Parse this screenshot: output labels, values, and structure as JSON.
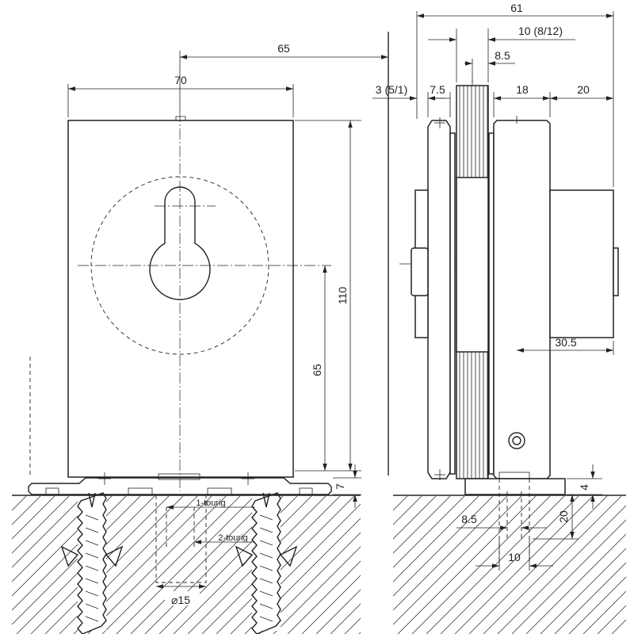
{
  "dimensions": {
    "front_width": "70",
    "front_offset": "65",
    "front_height": "110",
    "front_center_height": "65",
    "base_height": "7",
    "side_total": "61",
    "side_glass": "10 (8/12)",
    "side_inner": "8.5",
    "side_spacer": "3 (5/1)",
    "side_front": "7.5",
    "side_body": "18",
    "side_handle": "20",
    "side_center": "30.5",
    "side_base_a": "4",
    "side_base_b": "20",
    "side_bolt": "8.5",
    "side_bolt_spacing": "10",
    "anchor_diameter": "⌀15"
  },
  "labels": {
    "single_turn": "1-tourig",
    "double_turn": "2-tourig"
  }
}
